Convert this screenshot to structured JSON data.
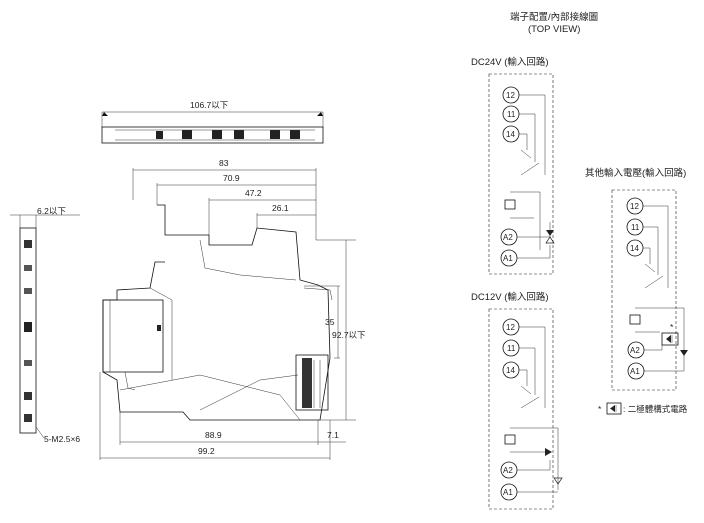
{
  "top_dim_label": "106.7以下",
  "side_width_label": "6.2以下",
  "screw_label": "5-M2.5×6",
  "dims": {
    "d83": "83",
    "d709": "70.9",
    "d472": "47.2",
    "d261": "26.1",
    "d35": "35",
    "d927": "92.7以下",
    "d889": "88.9",
    "d71": "7.1",
    "d992": "99.2"
  },
  "terminal_title": "端子配置/內部接線圖",
  "terminal_subtitle": "(TOP VIEW)",
  "dc24_title": "DC24V (輸入回路)",
  "dc12_title": "DC12V (輸入回路)",
  "other_title": "其他輸入電壓(輸入回路)",
  "terminals": {
    "t12": "12",
    "t11": "11",
    "t14": "14",
    "a2": "A2",
    "a1": "A1"
  },
  "star": "*",
  "legend_text": ": 二極體構式電路"
}
